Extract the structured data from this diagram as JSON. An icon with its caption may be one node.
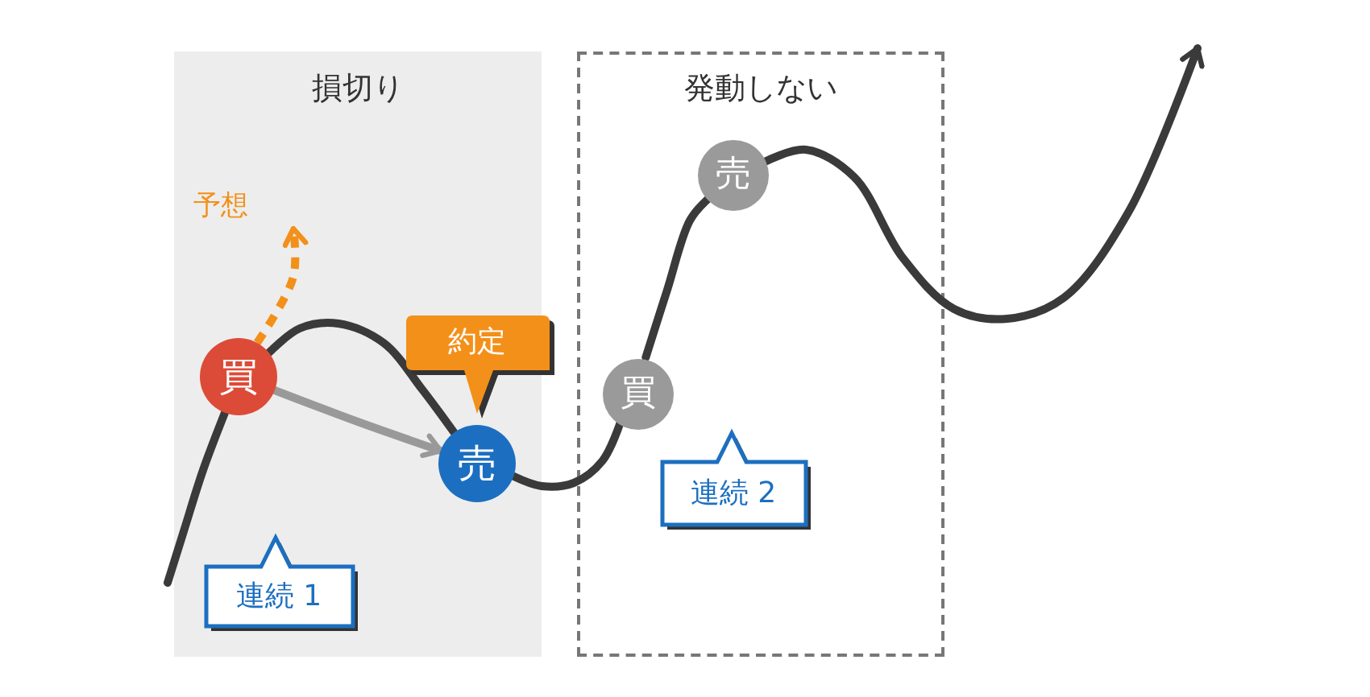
{
  "diagram": {
    "nodes": [
      {
        "text": [
          "損切り"
        ]
      },
      {
        "text": [
          "発動しない"
        ]
      },
      {
        "text": [
          "買"
        ],
        "in": 0
      },
      {
        "text": [
          "売"
        ],
        "in": 0
      },
      {
        "text": [
          "約定"
        ],
        "in": 0
      },
      {
        "text": [
          "買"
        ],
        "in": 1
      },
      {
        "text": [
          "売"
        ],
        "in": 1
      },
      {
        "text": [
          "予想"
        ],
        "in": 0
      },
      {
        "text": [
          "連続 1"
        ],
        "in": 0
      },
      {
        "text": [
          "連続 2"
        ],
        "in": 1
      }
    ],
    "edges": [
      {
        "from": null,
        "to": 2,
        "arrow": "none"
      },
      {
        "from": 2,
        "to": 3,
        "arrow": "none"
      },
      {
        "from": 3,
        "to": 5,
        "arrow": "none"
      },
      {
        "from": 5,
        "to": 6,
        "arrow": "none"
      },
      {
        "from": 6,
        "to": null,
        "arrow": "to"
      },
      {
        "from": 2,
        "to": 3,
        "arrow": "to",
        "color": "#999999"
      },
      {
        "from": 2,
        "to": 7,
        "arrow": "to",
        "style": "dashed",
        "color": "#f39019"
      }
    ]
  }
}
